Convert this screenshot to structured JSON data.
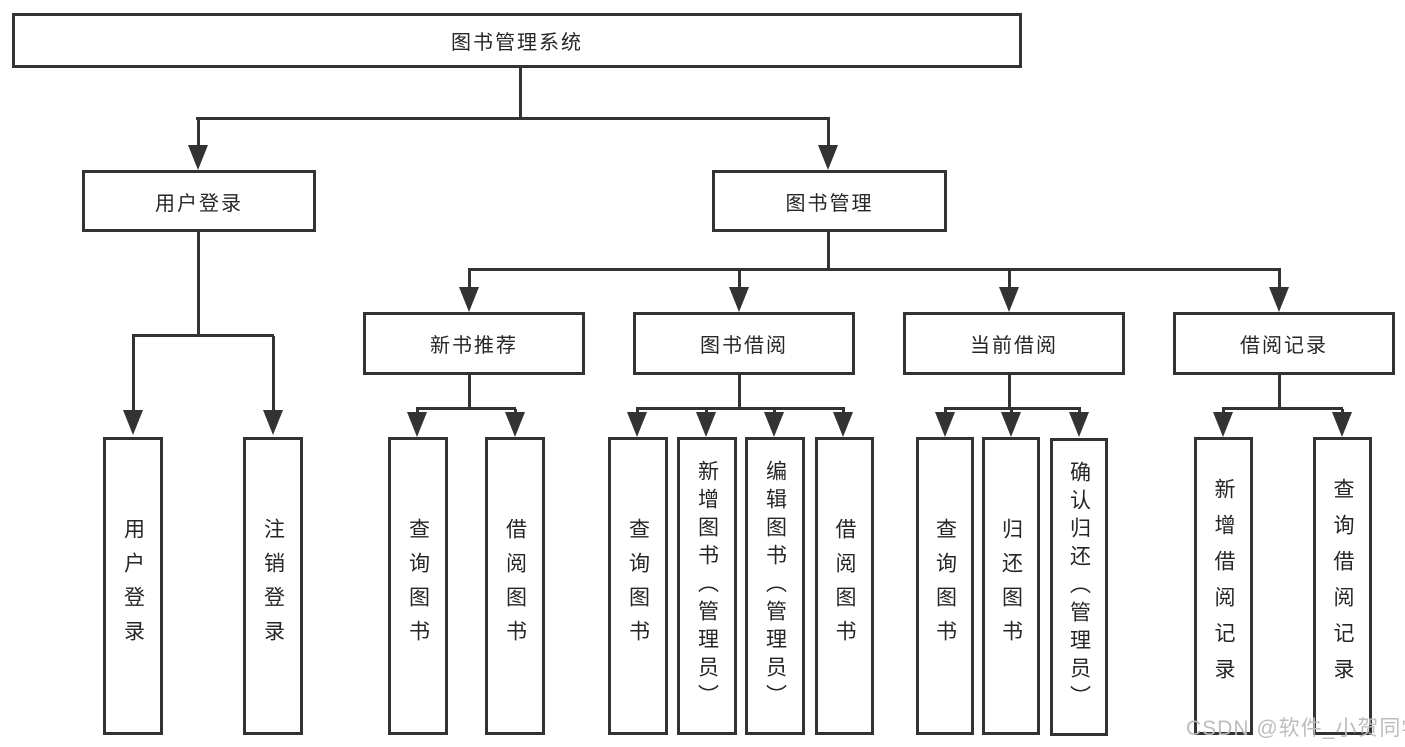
{
  "tree": {
    "label": "图书管理系统",
    "children": [
      {
        "label": "用户登录",
        "children": [
          {
            "label": "用户登录"
          },
          {
            "label": "注销登录"
          }
        ]
      },
      {
        "label": "图书管理",
        "children": [
          {
            "label": "新书推荐",
            "children": [
              {
                "label": "查询图书"
              },
              {
                "label": "借阅图书"
              }
            ]
          },
          {
            "label": "图书借阅",
            "children": [
              {
                "label": "查询图书"
              },
              {
                "label": "新增图书（管理员）"
              },
              {
                "label": "编辑图书（管理员）"
              },
              {
                "label": "借阅图书"
              }
            ]
          },
          {
            "label": "当前借阅",
            "children": [
              {
                "label": "查询图书"
              },
              {
                "label": "归还图书"
              },
              {
                "label": "确认归还（管理员）"
              }
            ]
          },
          {
            "label": "借阅记录",
            "children": [
              {
                "label": "新增借阅记录"
              },
              {
                "label": "查询借阅记录"
              }
            ]
          }
        ]
      }
    ]
  },
  "watermark": {
    "text": "CSDN @软件_小贺同学"
  },
  "colors": {
    "line": "#333333",
    "text": "#262626",
    "watermark": "#bdbdbd",
    "background": "#ffffff"
  }
}
